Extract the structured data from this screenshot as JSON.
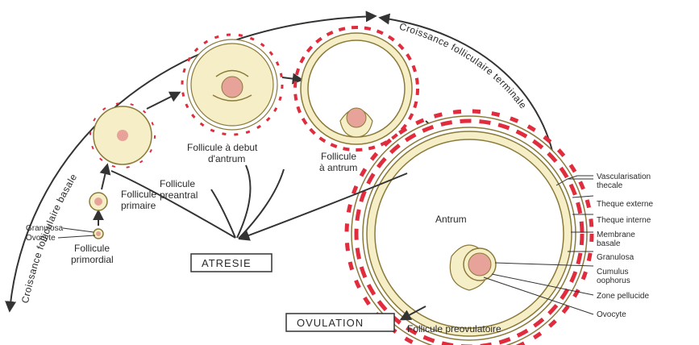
{
  "arcs": {
    "basal_growth": "Croissance folliculaire basale",
    "terminal_growth": "Croissance folliculaire terminale"
  },
  "stages": {
    "primordial": {
      "line1": "Follicule",
      "line2": "primordial"
    },
    "primary": {
      "line1": "Follicule",
      "line2": "primaire"
    },
    "preantral": {
      "line1": "Follicule",
      "line2": "preantral"
    },
    "early_antrum": {
      "line1": "Follicule à debut",
      "line2": "d'antrum"
    },
    "antral": {
      "line1": "Follicule",
      "line2": "à antrum"
    },
    "preovulatory": {
      "label": "Follicule preovulatoire"
    }
  },
  "primordial_parts": {
    "granulosa": "Granulosa",
    "oocyte": "Ovocyte"
  },
  "antrum_label": "Antrum",
  "atresia": "ATRESIE",
  "ovulation": "OVULATION",
  "callouts": [
    {
      "line1": "Vascularisation",
      "line2": "thecale"
    },
    {
      "line1": "Theque externe",
      "line2": ""
    },
    {
      "line1": "Theque interne",
      "line2": ""
    },
    {
      "line1": "Membrane",
      "line2": "basale"
    },
    {
      "line1": "Granulosa",
      "line2": ""
    },
    {
      "line1": "Cumulus",
      "line2": "oophorus"
    },
    {
      "line1": "Zone pellucide",
      "line2": ""
    },
    {
      "line1": "Ovocyte",
      "line2": ""
    }
  ],
  "colors": {
    "cell_fill": "#f6eec6",
    "cell_stroke": "#8a7a3a",
    "oocyte_fill": "#e7a29a",
    "theca_red": "#e02c3c",
    "line": "#333333"
  }
}
